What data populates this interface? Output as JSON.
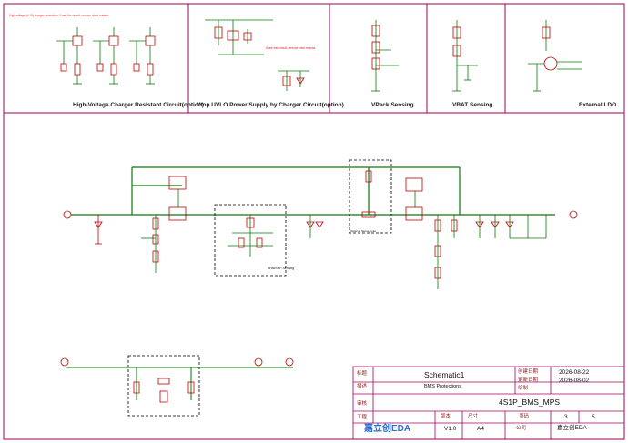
{
  "panels": {
    "hv_charger": "High-Voltage Charger Resistant Circuit(option)",
    "vtop_uvlo": "Vtop UVLO Power Supply by Charger Circuit(option)",
    "vpack": "VPack Sensing",
    "vbat": "VBAT Sensing",
    "ldo": "External LDO"
  },
  "notes": {
    "hv_note": "High voltage (>HV) charger protection: If use the circuit, remove short resistor",
    "uvlo_note": "If use this circuit, remove short resistor"
  },
  "boxes": {
    "sense": "SRN/SRP Sensing",
    "fuse": "Optional Sense Fuse"
  },
  "title_block": {
    "sheet_name": "Schematic1",
    "sheet_desc": "BMS Protections",
    "date_created": "2026-08-22",
    "date_updated": "2026-08-02",
    "project": "4S1P_BMS_MPS",
    "version": "V1.0",
    "size": "A4",
    "page": "3",
    "pages": "5",
    "company": "嘉立创EDA",
    "logo": "嘉立创EDA",
    "lbl_title": "标题",
    "lbl_desc": "描述",
    "lbl_created": "创建日期",
    "lbl_updated": "更新日期",
    "lbl_project": "工程",
    "lbl_version": "版本",
    "lbl_size": "尺寸",
    "lbl_page": "页码",
    "lbl_company": "公司",
    "lbl_drawn": "绘制",
    "lbl_review": "审核"
  },
  "colors": {
    "border": "#a0005a",
    "wire": "#0a7a0a",
    "component": "#c00000",
    "box": "#000000"
  }
}
